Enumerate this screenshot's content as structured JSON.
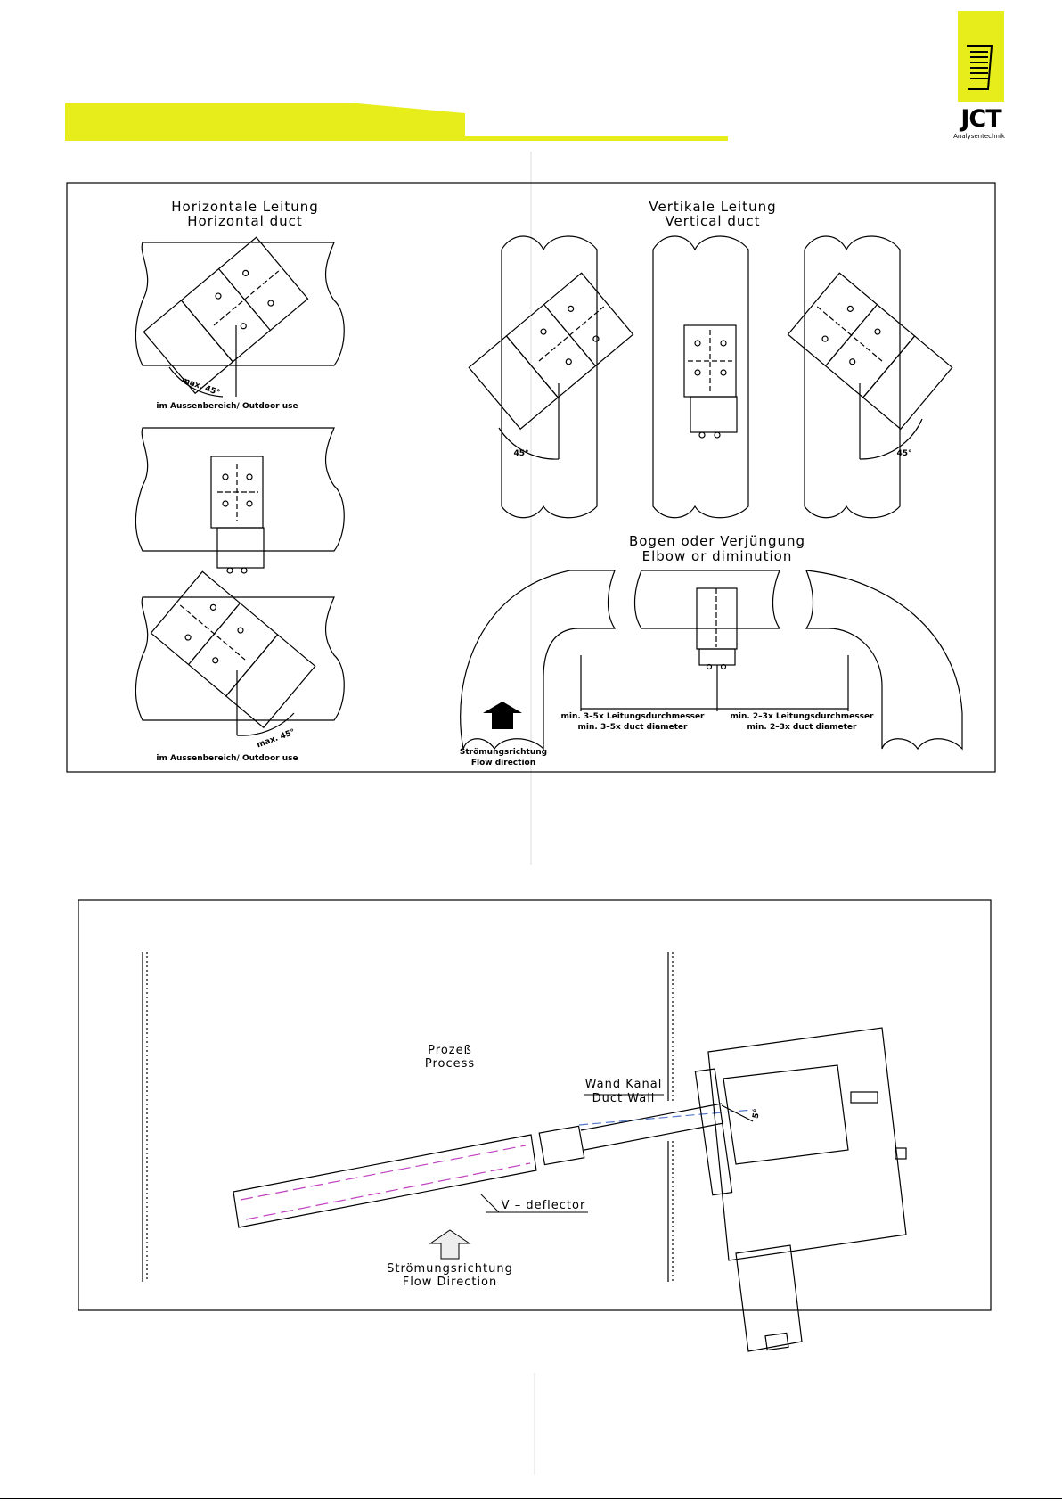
{
  "header": {
    "brand": "JCT",
    "brand_sub": "Analysentechnik",
    "accent_color": "#e6ed1a"
  },
  "top_diagram": {
    "horizontal": {
      "title_de": "Horizontale Leitung",
      "title_en": "Horizontal duct",
      "angle_label": "max. 45°",
      "outdoor_label": "im Aussenbereich/ Outdoor use"
    },
    "vertical": {
      "title_de": "Vertikale Leitung",
      "title_en": "Vertical duct",
      "angle_label": "45°"
    },
    "elbow": {
      "title_de": "Bogen oder Verjüngung",
      "title_en": "Elbow or diminution",
      "dist_left_de": "min. 3–5x Leitungsdurchmesser",
      "dist_left_en": "min. 3–5x duct diameter",
      "dist_right_de": "min. 2–3x Leitungsdurchmesser",
      "dist_right_en": "min. 2–3x duct diameter",
      "flow_de": "Strömungsrichtung",
      "flow_en": "Flow direction"
    }
  },
  "bottom_diagram": {
    "process_de": "Prozeß",
    "process_en": "Process",
    "wall_de": "Wand Kanal",
    "wall_en": "Duct Wall",
    "deflector": "V – deflector",
    "angle": "5°",
    "flow_de": "Strömungsrichtung",
    "flow_en": "Flow Direction"
  }
}
